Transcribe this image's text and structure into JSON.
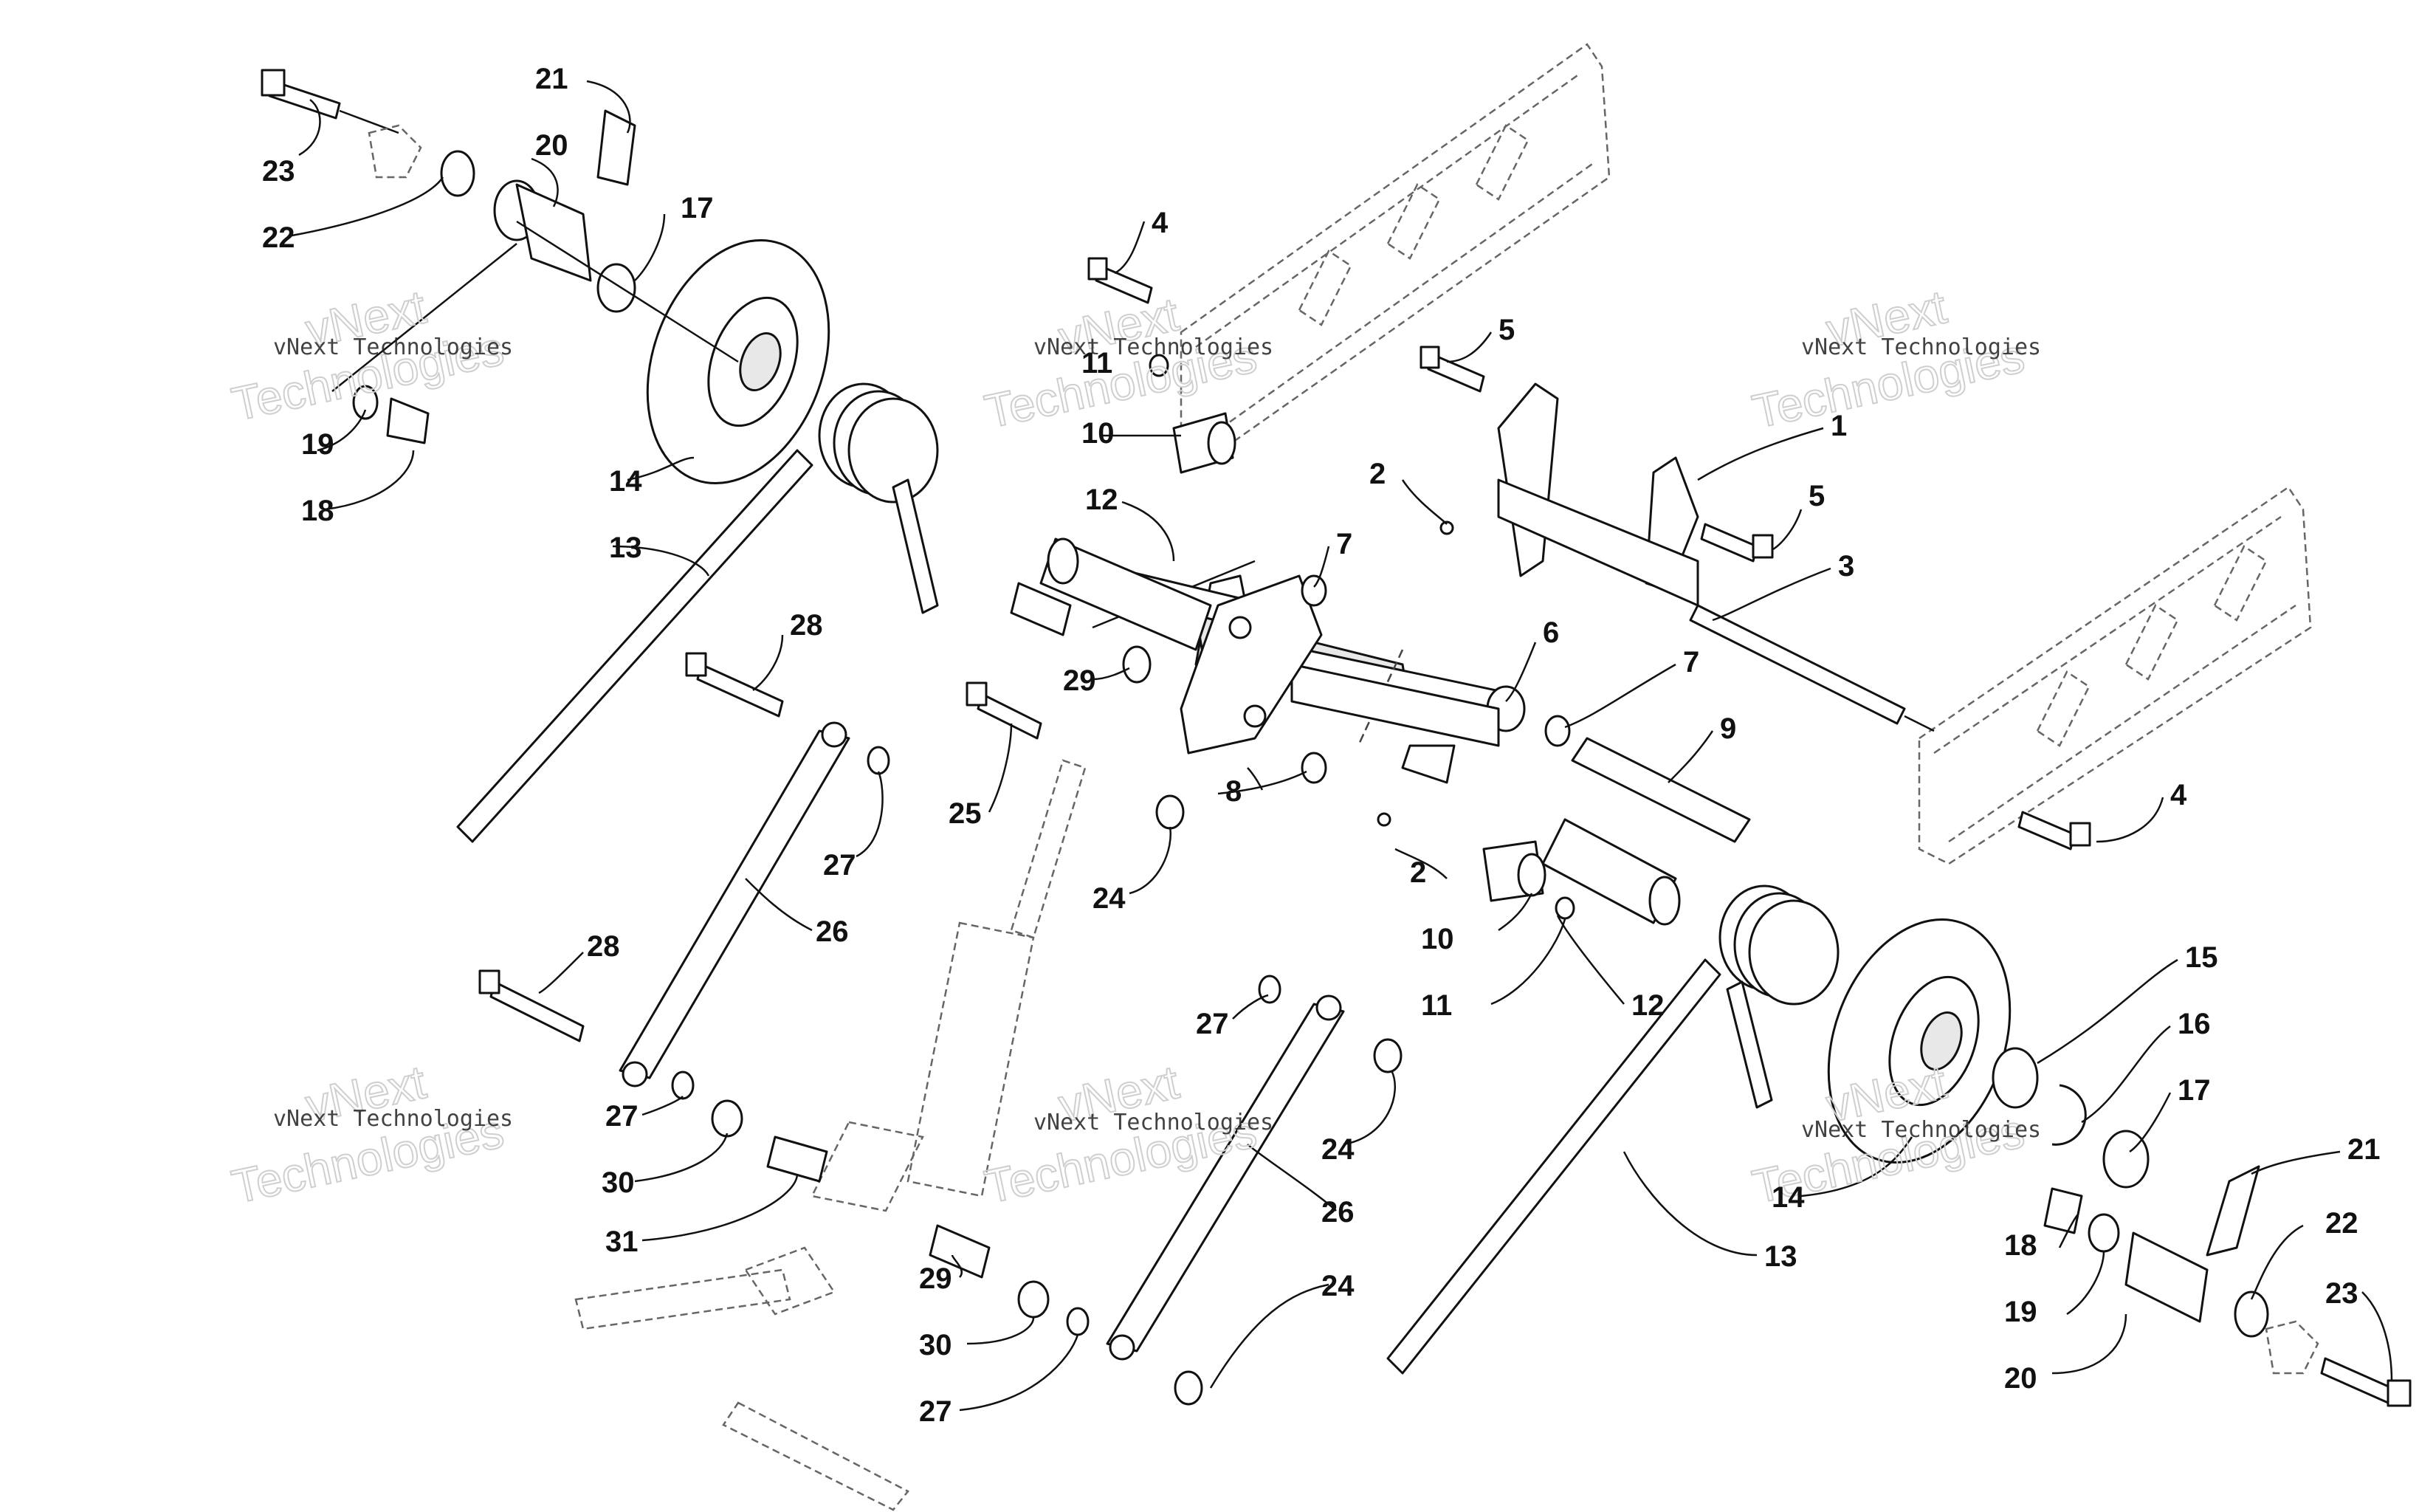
{
  "watermark": {
    "small": "vNext Technologies",
    "large": "Technologies",
    "top": "vNext"
  },
  "callouts": [
    {
      "id": "c21a",
      "text": "21"
    },
    {
      "id": "c20a",
      "text": "20"
    },
    {
      "id": "c23a",
      "text": "23"
    },
    {
      "id": "c22a",
      "text": "22"
    },
    {
      "id": "c17a",
      "text": "17"
    },
    {
      "id": "c19a",
      "text": "19"
    },
    {
      "id": "c18a",
      "text": "18"
    },
    {
      "id": "c14a",
      "text": "14"
    },
    {
      "id": "c13a",
      "text": "13"
    },
    {
      "id": "c4a",
      "text": "4"
    },
    {
      "id": "c11a",
      "text": "11"
    },
    {
      "id": "c10a",
      "text": "10"
    },
    {
      "id": "c12a",
      "text": "12"
    },
    {
      "id": "c5a",
      "text": "5"
    },
    {
      "id": "c1",
      "text": "1"
    },
    {
      "id": "c2a",
      "text": "2"
    },
    {
      "id": "c5b",
      "text": "5"
    },
    {
      "id": "c7a",
      "text": "7"
    },
    {
      "id": "c3",
      "text": "3"
    },
    {
      "id": "c28a",
      "text": "28"
    },
    {
      "id": "c29a",
      "text": "29"
    },
    {
      "id": "c6",
      "text": "6"
    },
    {
      "id": "c7b",
      "text": "7"
    },
    {
      "id": "c9",
      "text": "9"
    },
    {
      "id": "c8",
      "text": "8"
    },
    {
      "id": "c25",
      "text": "25"
    },
    {
      "id": "c27a",
      "text": "27"
    },
    {
      "id": "c24a",
      "text": "24"
    },
    {
      "id": "c4b",
      "text": "4"
    },
    {
      "id": "c2b",
      "text": "2"
    },
    {
      "id": "c26a",
      "text": "26"
    },
    {
      "id": "c10b",
      "text": "10"
    },
    {
      "id": "c28b",
      "text": "28"
    },
    {
      "id": "c15",
      "text": "15"
    },
    {
      "id": "c11b",
      "text": "11"
    },
    {
      "id": "c12b",
      "text": "12"
    },
    {
      "id": "c16",
      "text": "16"
    },
    {
      "id": "c27b",
      "text": "27"
    },
    {
      "id": "c27c",
      "text": "27"
    },
    {
      "id": "c17b",
      "text": "17"
    },
    {
      "id": "c30a",
      "text": "30"
    },
    {
      "id": "c24b",
      "text": "24"
    },
    {
      "id": "c21b",
      "text": "21"
    },
    {
      "id": "c14b",
      "text": "14"
    },
    {
      "id": "c31",
      "text": "31"
    },
    {
      "id": "c26b",
      "text": "26"
    },
    {
      "id": "c13b",
      "text": "13"
    },
    {
      "id": "c22b",
      "text": "22"
    },
    {
      "id": "c18b",
      "text": "18"
    },
    {
      "id": "c29b",
      "text": "29"
    },
    {
      "id": "c24c",
      "text": "24"
    },
    {
      "id": "c23b",
      "text": "23"
    },
    {
      "id": "c19b",
      "text": "19"
    },
    {
      "id": "c30b",
      "text": "30"
    },
    {
      "id": "c20b",
      "text": "20"
    },
    {
      "id": "c27d",
      "text": "27"
    }
  ]
}
